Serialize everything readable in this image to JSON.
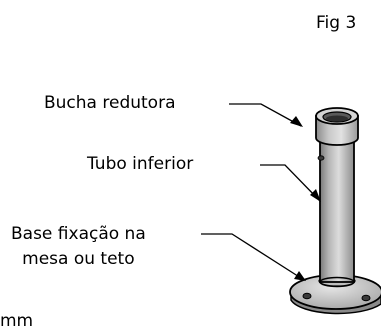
{
  "figure": {
    "label": "Fig 3"
  },
  "callouts": {
    "bucha": "Bucha redutora",
    "tubo": "Tubo inferior",
    "base_line1": "Base fixação na",
    "base_line2": "mesa ou teto"
  },
  "unit_fragment": "mm",
  "colors": {
    "stroke": "#000000",
    "part_light": "#dcdcdc",
    "part_mid": "#b4b4b4",
    "part_dark": "#7a7a7a",
    "part_inner": "#5a5a5a"
  }
}
